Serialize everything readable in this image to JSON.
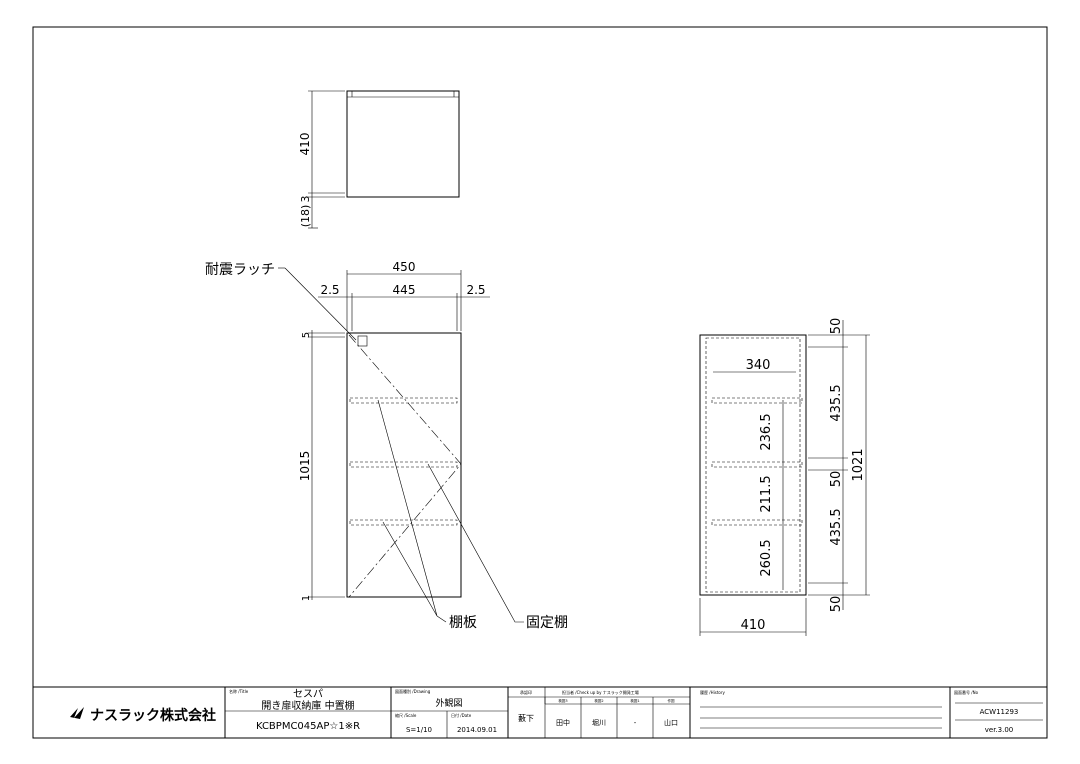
{
  "top_view": {
    "dims": [
      "410",
      "3",
      "(18)"
    ]
  },
  "front_view": {
    "dims": {
      "width": "450",
      "inner": "445",
      "left_gap": "2.5",
      "right_gap": "2.5",
      "top": "5",
      "height": "1015",
      "bottom": "1"
    },
    "callouts": {
      "latch": "耐震ラッチ",
      "shelf": "棚板",
      "fixed_shelf": "固定棚"
    }
  },
  "side_view": {
    "dims": {
      "depth_inner": "340",
      "depth": "410",
      "total": "1021",
      "segments": [
        "50",
        "435.5",
        "50",
        "435.5",
        "50"
      ],
      "pitches": [
        "236.5",
        "211.5",
        "260.5"
      ]
    }
  },
  "title_block": {
    "company": "ナスラック株式会社",
    "title_label": "名称 /Title",
    "title_line1": "セスパ",
    "title_line2": "開き扉収納庫 中置棚",
    "model": "KCBPMC045AP☆1※R",
    "drawing_label": "図面種別 /Drawing",
    "drawing_type": "外観図",
    "scale_label": "縮尺 /Scale",
    "scale": "S=1/10",
    "date_label": "日付 /Date",
    "date": "2014.09.01",
    "approval_label": "承認印",
    "approval_name": "藪下",
    "checkup_label": "担当者 /Check up by ナスラック開発工場",
    "check_headers": [
      "検図3",
      "検図2",
      "検図1",
      "作図"
    ],
    "check_names": [
      "田中",
      "堀川",
      "-",
      "山口"
    ],
    "history_label": "履歴 /History",
    "no_label": "図面番号 /No",
    "drawing_no": "ACW11293",
    "version": "ver.3.00"
  }
}
